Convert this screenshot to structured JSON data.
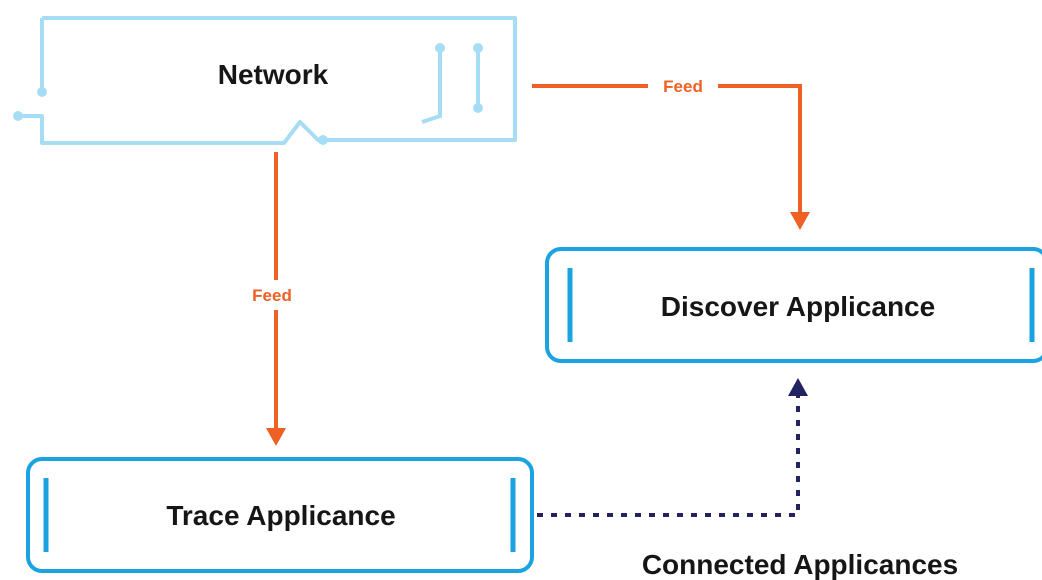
{
  "colors": {
    "network": "#a7ddf4",
    "appliance": "#1aa3e0",
    "feed": "#ee6024",
    "connection": "#232361",
    "text": "#161616"
  },
  "nodes": {
    "network": {
      "label": "Network",
      "icon": "circuit-board-outline"
    },
    "discover": {
      "label": "Discover Applicance"
    },
    "trace": {
      "label": "Trace Applicance"
    }
  },
  "edges": {
    "feed_to_discover": {
      "label": "Feed"
    },
    "feed_to_trace": {
      "label": "Feed"
    },
    "connected": {
      "label": "Connected Applicances",
      "style": "dotted"
    }
  }
}
